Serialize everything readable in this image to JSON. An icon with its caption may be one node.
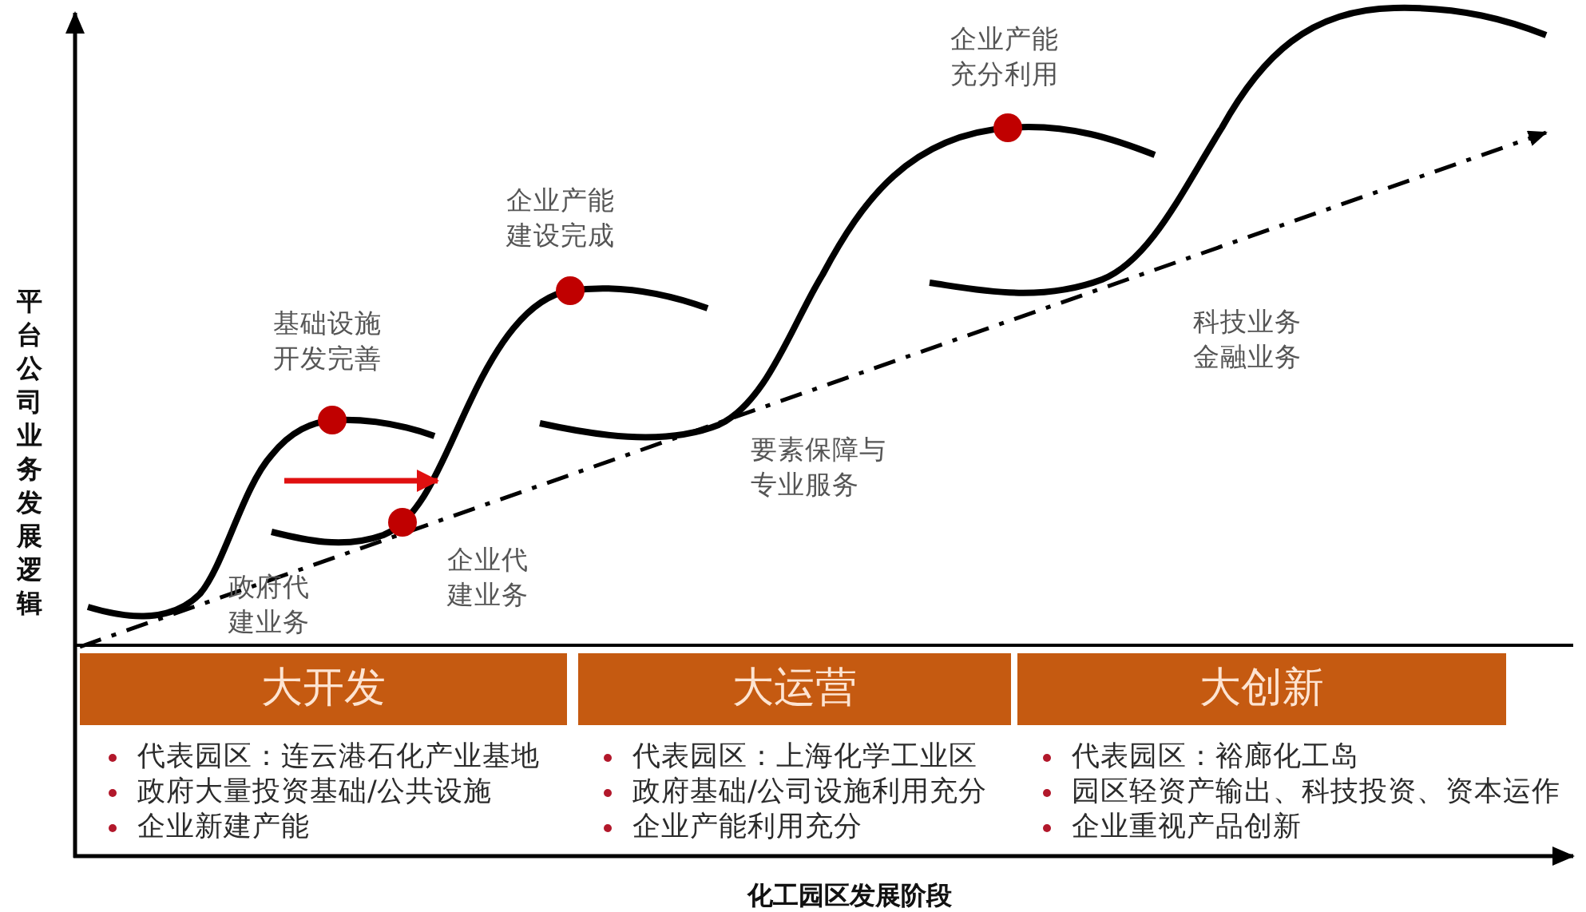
{
  "diagram": {
    "nodes": [
      {
        "text": [
          "大开发"
        ],
        "beside": [
          "代表园区：连云港石化产业基地",
          "政府大量投资基础/公共设施",
          "企业新建产能"
        ]
      },
      {
        "text": [
          "大运营"
        ],
        "beside": [
          "代表园区：上海化学工业区",
          "政府基础/公司设施利用充分",
          "企业产能利用充分"
        ]
      },
      {
        "text": [
          "大创新"
        ],
        "beside": [
          "代表园区：裕廊化工岛",
          "园区轻资产输出、科技投资、资本运作",
          "企业重视产品创新"
        ]
      }
    ],
    "labels": [
      "平台公司业务发展逻辑",
      "政府代建业务",
      "基础设施开发完善",
      "企业代建业务",
      "企业产能建设完成",
      "要素保障与专业服务",
      "企业产能充分利用",
      "科技业务金融业务",
      "化工园区发展阶段"
    ]
  }
}
